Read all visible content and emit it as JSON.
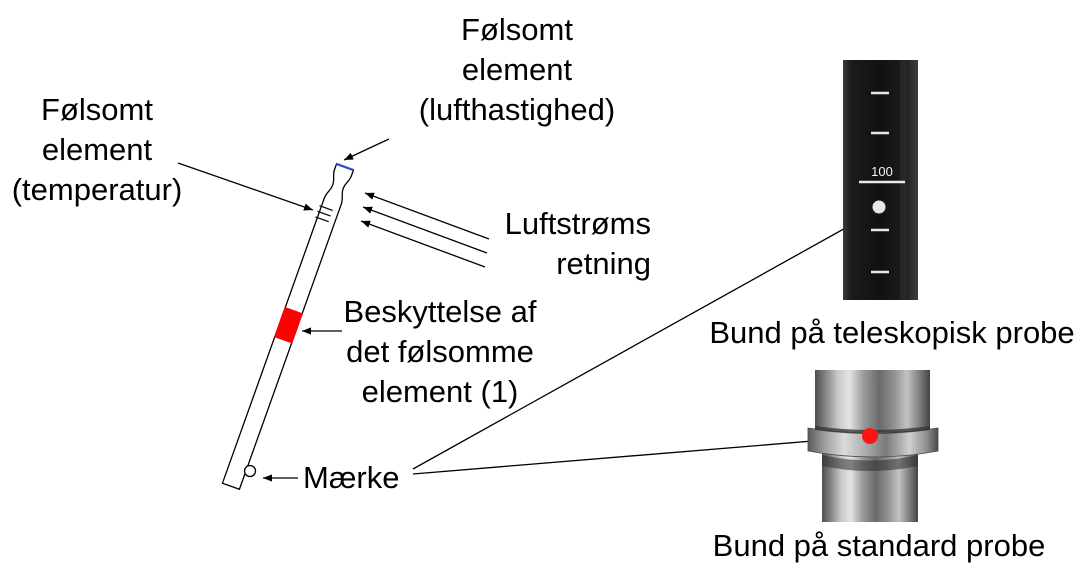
{
  "labels": {
    "velocity_sensor": [
      "Følsomt",
      "element",
      "(lufthastighed)"
    ],
    "temperature_sensor": [
      "Følsomt",
      "element",
      "(temperatur)"
    ],
    "airflow_direction": [
      "Luftstrøms",
      "retning"
    ],
    "protection": [
      "Beskyttelse af",
      "det følsomme",
      "element (1)"
    ],
    "mark": "Mærke"
  },
  "photos": {
    "telescopic": {
      "caption": "Bund på teleskopisk probe",
      "scale_label": "100"
    },
    "standard": {
      "caption": "Bund på standard probe"
    }
  },
  "colors": {
    "velocity_sensor": "#2a4fc4",
    "protection_band": "#ff0000",
    "telescopic_mark": "#e6e6e6",
    "standard_mark": "#ff1414"
  }
}
